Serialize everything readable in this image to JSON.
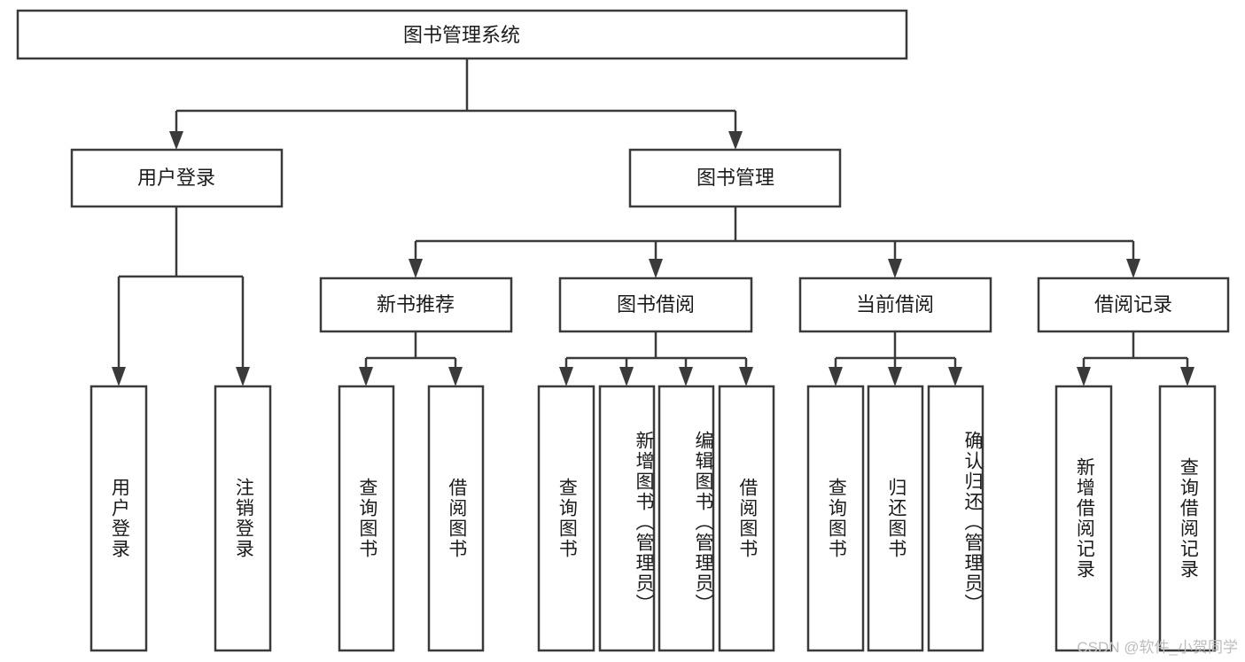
{
  "diagram": {
    "type": "tree-hierarchy",
    "title_node": {
      "id": "root",
      "label": "图书管理系统"
    },
    "level2": [
      {
        "id": "user-login",
        "label": "用户登录"
      },
      {
        "id": "book-manage",
        "label": "图书管理"
      }
    ],
    "level3": [
      {
        "id": "new-book-rec",
        "label": "新书推荐",
        "parent": "book-manage"
      },
      {
        "id": "book-borrow",
        "label": "图书借阅",
        "parent": "book-manage"
      },
      {
        "id": "current-borrow",
        "label": "当前借阅",
        "parent": "book-manage"
      },
      {
        "id": "borrow-record",
        "label": "借阅记录",
        "parent": "book-manage"
      }
    ],
    "leaves": {
      "user-login": [
        {
          "id": "leaf-user-login",
          "label": "用户登录"
        },
        {
          "id": "leaf-logout",
          "label": "注销登录"
        }
      ],
      "new-book-rec": [
        {
          "id": "leaf-query-book-1",
          "label": "查询图书"
        },
        {
          "id": "leaf-borrow-book-1",
          "label": "借阅图书"
        }
      ],
      "book-borrow": [
        {
          "id": "leaf-query-book-2",
          "label": "查询图书"
        },
        {
          "id": "leaf-add-book",
          "label": "新增图书（管理员）"
        },
        {
          "id": "leaf-edit-book",
          "label": "编辑图书（管理员）"
        },
        {
          "id": "leaf-borrow-book-2",
          "label": "借阅图书"
        }
      ],
      "current-borrow": [
        {
          "id": "leaf-query-book-3",
          "label": "查询图书"
        },
        {
          "id": "leaf-return-book",
          "label": "归还图书"
        },
        {
          "id": "leaf-confirm-return",
          "label": "确认归还（管理员）"
        }
      ],
      "borrow-record": [
        {
          "id": "leaf-add-record",
          "label": "新增借阅记录"
        },
        {
          "id": "leaf-query-record",
          "label": "查询借阅记录"
        }
      ]
    }
  },
  "watermark": {
    "text": "CSDN @软件_小贺同学"
  },
  "colors": {
    "stroke": "#3a3a3a",
    "text": "#1b1b1b",
    "background": "#ffffff",
    "watermark": "#bdbdbd"
  }
}
